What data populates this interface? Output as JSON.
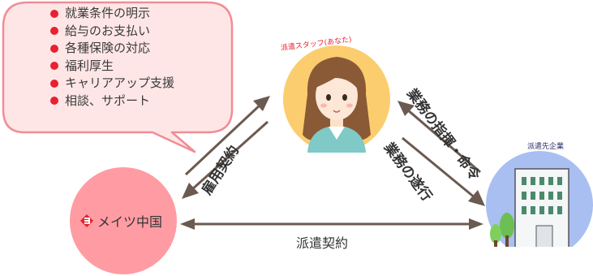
{
  "bubble": {
    "items": [
      "就業条件の明示",
      "給与のお支払い",
      "各種保険の対応",
      "福利厚生",
      "キャリアアップ支援",
      "相談、サポート"
    ]
  },
  "staff": {
    "caption": "派遣スタッフ(あなた)"
  },
  "company": {
    "name": "メイツ中国"
  },
  "client": {
    "caption": "派遣先企業"
  },
  "relations": {
    "employment": "雇用契約",
    "direction": "業務の指揮・命令",
    "work": "業務の遂行",
    "dispatch": "派遣契約"
  },
  "colors": {
    "bubble_fill": "#ffe6e6",
    "bubble_stroke": "#f08d95",
    "bullet": "#e8202f",
    "staff_circle": "#fbcd6e",
    "company_circle": "#ff9ca3",
    "client_circle": "#a9bff1",
    "arrow": "#6b5a50"
  }
}
